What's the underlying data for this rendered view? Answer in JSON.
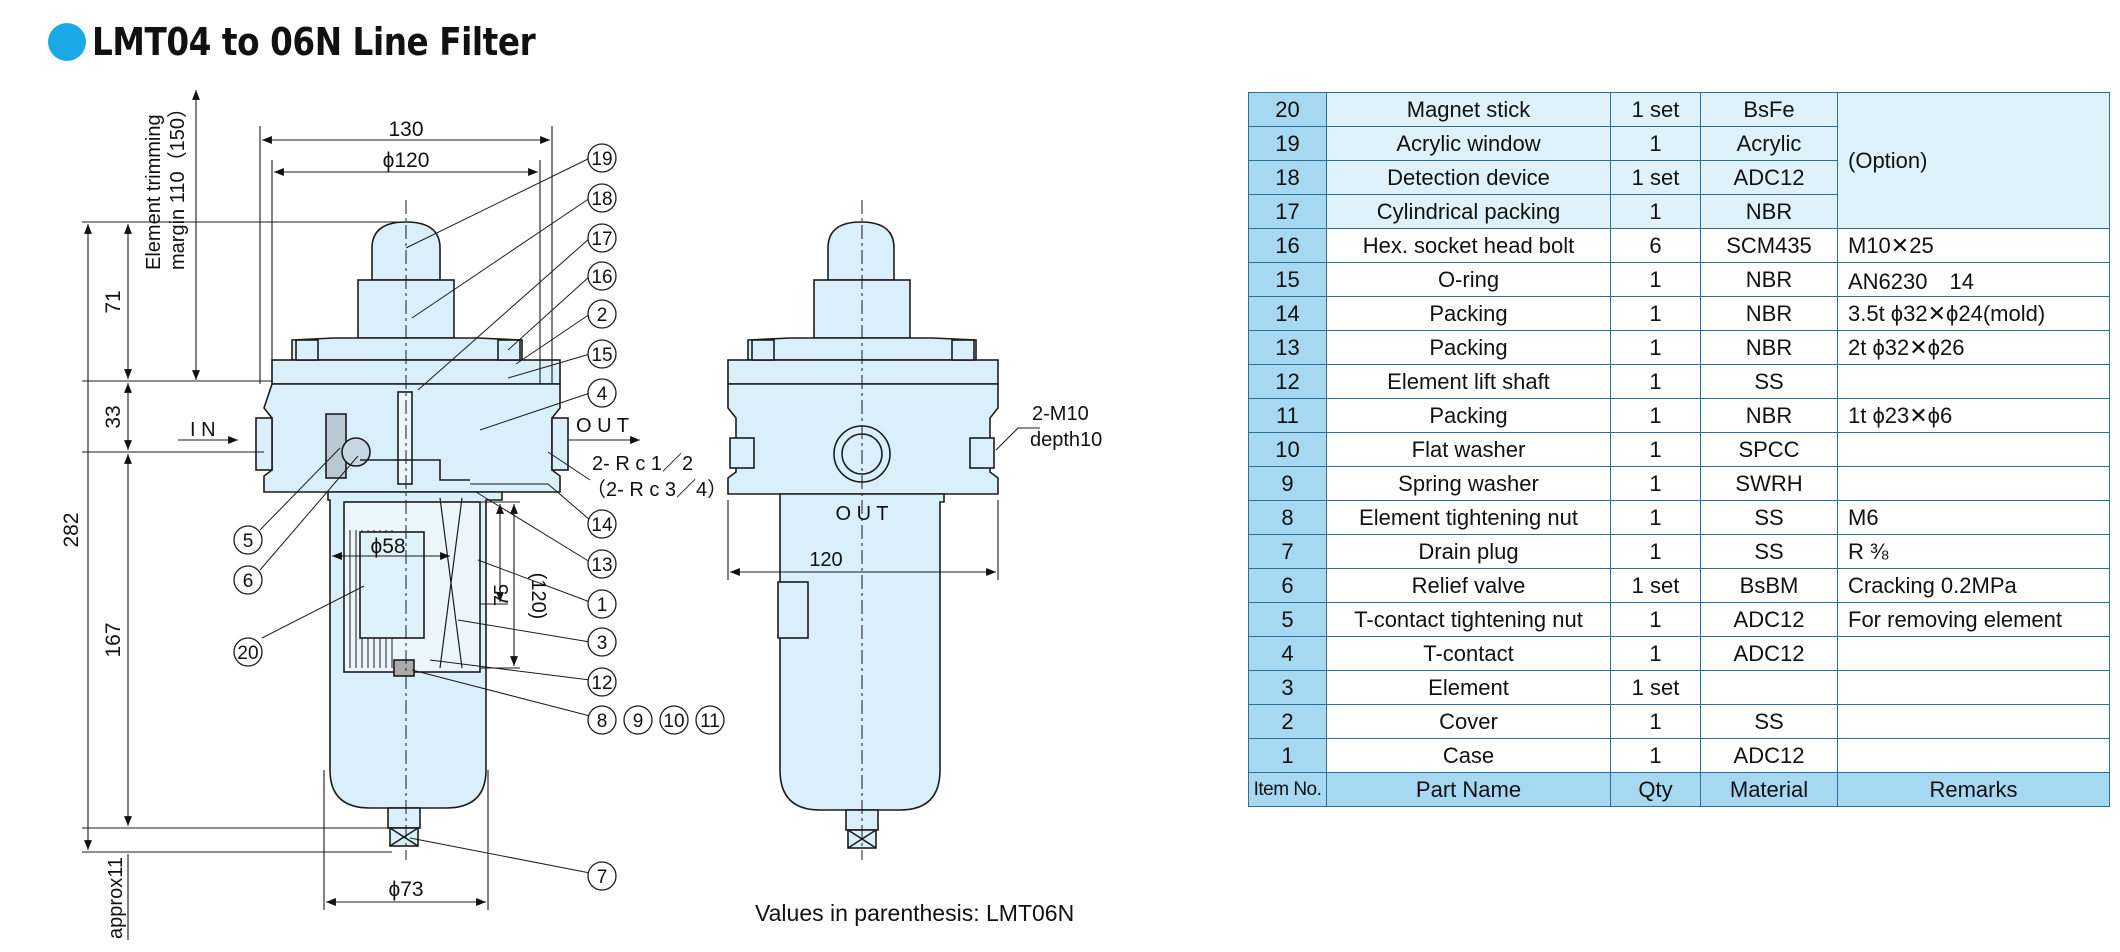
{
  "title": "LMT04 to 06N Line Filter",
  "colors": {
    "accent": "#1aa9e6",
    "body_fill": "#d9f0fb",
    "table_header": "#a6d8f1",
    "line": "#1c1c1c"
  },
  "drawing": {
    "top_dims": {
      "w130": "130",
      "phi120": "ϕ120"
    },
    "element_margin": {
      "line1": "Element trimming",
      "line2": "margin  110（150）"
    },
    "left_dims": {
      "d282": "282",
      "d71": "71",
      "d33": "33",
      "d167": "167",
      "approx11": "approx11"
    },
    "port_in": "I N",
    "port_out": "O U T",
    "ports_line1": "2- R c 1／2",
    "ports_line2": "（2- R c 3／4）",
    "phi58": "ϕ58",
    "d75": "75",
    "d120p": "(120)",
    "phi73": "ϕ73",
    "side_out": "O U T",
    "side_120": "120",
    "bolt_line1": "2-M10",
    "bolt_line2": "depth10",
    "callouts": {
      "c19": "19",
      "c18": "18",
      "c17": "17",
      "c16": "16",
      "c2": "2",
      "c15": "15",
      "c4": "4",
      "c14": "14",
      "c13": "13",
      "c1": "1",
      "c3": "3",
      "c12": "12",
      "c8": "8",
      "c9": "9",
      "c10": "10",
      "c11": "11",
      "c7": "7",
      "c5": "5",
      "c6": "6",
      "c20": "20"
    }
  },
  "table": {
    "headers": {
      "no": "Item No.",
      "name": "Part Name",
      "qty": "Qty",
      "material": "Material",
      "remarks": "Remarks"
    },
    "option_remark": "(Option)",
    "rows": [
      {
        "no": "20",
        "name": "Magnet stick",
        "qty": "1 set",
        "material": "BsFe",
        "remarks": ""
      },
      {
        "no": "19",
        "name": "Acrylic window",
        "qty": "1",
        "material": "Acrylic",
        "remarks": ""
      },
      {
        "no": "18",
        "name": "Detection device",
        "qty": "1 set",
        "material": "ADC12",
        "remarks": ""
      },
      {
        "no": "17",
        "name": "Cylindrical packing",
        "qty": "1",
        "material": "NBR",
        "remarks": ""
      },
      {
        "no": "16",
        "name": "Hex. socket head bolt",
        "qty": "6",
        "material": "SCM435",
        "remarks": "M10✕25"
      },
      {
        "no": "15",
        "name": "O-ring",
        "qty": "1",
        "material": "NBR",
        "remarks": "AN6230　14"
      },
      {
        "no": "14",
        "name": "Packing",
        "qty": "1",
        "material": "NBR",
        "remarks": "3.5t ϕ32✕ϕ24(mold)"
      },
      {
        "no": "13",
        "name": "Packing",
        "qty": "1",
        "material": "NBR",
        "remarks": "2t ϕ32✕ϕ26"
      },
      {
        "no": "12",
        "name": "Element lift shaft",
        "qty": "1",
        "material": "SS",
        "remarks": ""
      },
      {
        "no": "11",
        "name": "Packing",
        "qty": "1",
        "material": "NBR",
        "remarks": "1t ϕ23✕ϕ6"
      },
      {
        "no": "10",
        "name": "Flat washer",
        "qty": "1",
        "material": "SPCC",
        "remarks": ""
      },
      {
        "no": "9",
        "name": "Spring washer",
        "qty": "1",
        "material": "SWRH",
        "remarks": ""
      },
      {
        "no": "8",
        "name": "Element tightening nut",
        "qty": "1",
        "material": "SS",
        "remarks": "M6"
      },
      {
        "no": "7",
        "name": "Drain plug",
        "qty": "1",
        "material": "SS",
        "remarks": "R ⅜"
      },
      {
        "no": "6",
        "name": "Relief valve",
        "qty": "1 set",
        "material": "BsBM",
        "remarks": "Cracking 0.2MPa"
      },
      {
        "no": "5",
        "name": "T-contact tightening nut",
        "qty": "1",
        "material": "ADC12",
        "remarks": "For removing element"
      },
      {
        "no": "4",
        "name": "T-contact",
        "qty": "1",
        "material": "ADC12",
        "remarks": ""
      },
      {
        "no": "3",
        "name": "Element",
        "qty": "1 set",
        "material": "",
        "remarks": ""
      },
      {
        "no": "2",
        "name": "Cover",
        "qty": "1",
        "material": "SS",
        "remarks": ""
      },
      {
        "no": "1",
        "name": "Case",
        "qty": "1",
        "material": "ADC12",
        "remarks": ""
      }
    ]
  },
  "note": "Values in parenthesis: LMT06N"
}
